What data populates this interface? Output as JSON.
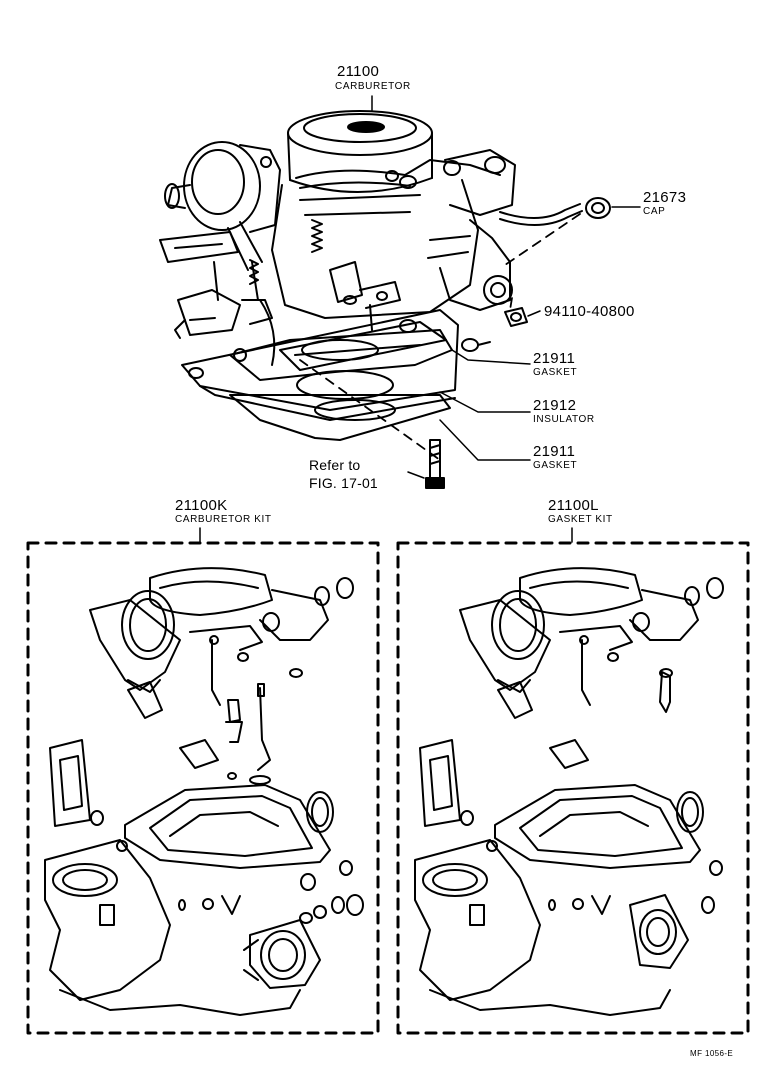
{
  "parts": {
    "carburetor": {
      "number": "21100",
      "name": "CARBURETOR"
    },
    "cap": {
      "number": "21673",
      "name": "CAP"
    },
    "bolt": {
      "number": "94110-40800"
    },
    "gasket_upper": {
      "number": "21911",
      "name": "GASKET"
    },
    "insulator": {
      "number": "21912",
      "name": "INSULATOR"
    },
    "gasket_lower": {
      "number": "21911",
      "name": "GASKET"
    }
  },
  "reference": {
    "line1": "Refer to",
    "line2": "FIG. 17-01"
  },
  "kits": {
    "carburetor_kit": {
      "number": "21100K",
      "name": "CARBURETOR KIT"
    },
    "gasket_kit": {
      "number": "21100L",
      "name": "GASKET KIT"
    }
  },
  "figure_code": "MF  1056-E",
  "colors": {
    "line": "#000000",
    "background": "#ffffff"
  }
}
